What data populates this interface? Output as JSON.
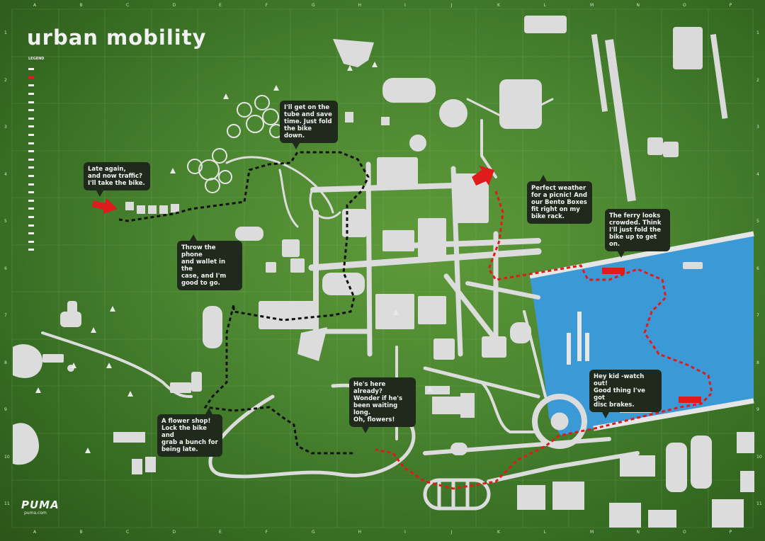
{
  "title": "urban mobility",
  "legend": {
    "title": "LEGEND",
    "items": [
      "",
      "",
      "",
      "",
      "",
      "",
      "",
      "",
      "",
      "",
      "",
      "",
      "",
      "",
      "",
      "",
      "",
      "",
      "",
      "",
      "",
      "",
      ""
    ]
  },
  "grid": {
    "columns": [
      "A",
      "B",
      "C",
      "D",
      "E",
      "F",
      "G",
      "H",
      "I",
      "J",
      "K",
      "L",
      "M",
      "N",
      "O",
      "P"
    ],
    "rows": [
      "1",
      "2",
      "3",
      "4",
      "5",
      "6",
      "7",
      "8",
      "9",
      "10",
      "11"
    ]
  },
  "callouts": [
    {
      "id": "late",
      "text": "Late again,\nand now traffic?\nI'll take the bike."
    },
    {
      "id": "tube",
      "text": "I'll get on the\ntube and save\ntime. Just fold\nthe bike down."
    },
    {
      "id": "throw",
      "text": "Throw the phone\nand wallet in the\ncase, and I'm\ngood to go."
    },
    {
      "id": "picnic",
      "text": "Perfect weather\nfor a picnic! And\nour Bento Boxes\nfit right on my\nbike rack."
    },
    {
      "id": "ferry",
      "text": "The ferry looks\ncrowded. Think\nI'll just fold the\nbike up to get on."
    },
    {
      "id": "waiting",
      "text": "He's here already?\nWonder if he's\nbeen waiting long.\nOh, flowers!"
    },
    {
      "id": "flower",
      "text": "A flower shop!\nLock the bike and\ngrab a bunch for\nbeing late."
    },
    {
      "id": "kid",
      "text": "Hey kid  -watch out!\nGood thing I've got\ndisc brakes."
    }
  ],
  "logo": {
    "brand": "PUMA",
    "url": "puma.com"
  },
  "colors": {
    "grass": "#4a8530",
    "water": "#3b9ad6",
    "building": "#d9d9d9",
    "route_black": "#111111",
    "route_red": "#e01b1b",
    "callout": "#1f2a1c"
  }
}
